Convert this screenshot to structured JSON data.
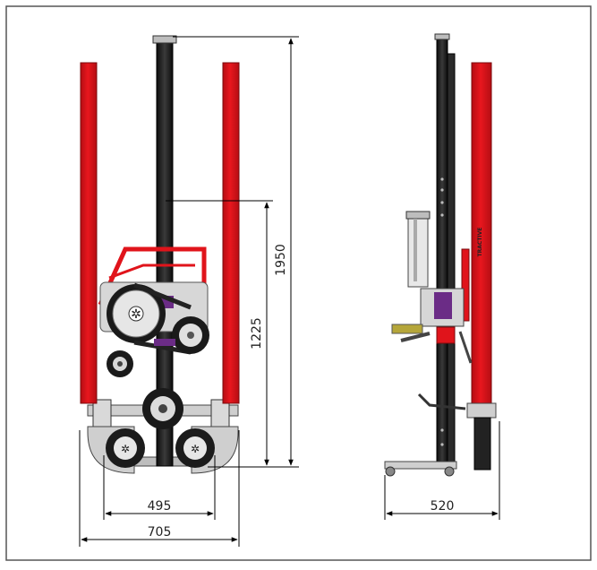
{
  "dimensions": {
    "overall_height": "1950",
    "mid_height": "1225",
    "inner_width": "495",
    "outer_width": "705",
    "side_depth": "520"
  },
  "side_view": {
    "brand_mark": "TRACTIVE"
  },
  "colors": {
    "frame_border": "#555555",
    "red_leg": "#e0141b",
    "red_dark": "#a80d12",
    "column_black": "#1e1e1e",
    "steel_grey": "#b9b9b9",
    "dim_line": "#000000",
    "accent_purple": "#6b2c86"
  }
}
